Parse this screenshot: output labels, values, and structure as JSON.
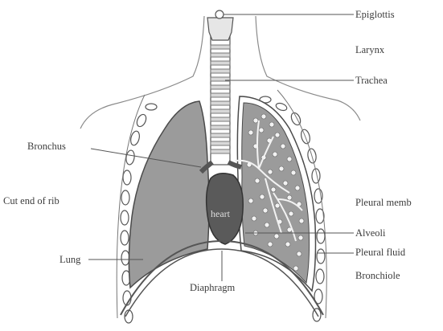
{
  "labels": {
    "epiglottis": "Epiglottis",
    "larynx": "Larynx",
    "trachea": "Trachea",
    "bronchus": "Bronchus",
    "cut_end_of_rib": "Cut end of rib",
    "heart": "heart",
    "pleural_membranes": "Pleural memb",
    "alveoli": "Alveoli",
    "lung": "Lung",
    "pleural_fluid": "Pleural fluid",
    "diaphragm": "Diaphragm",
    "bronchiole": "Bronchiole"
  },
  "colors": {
    "lung_fill": "#9b9b9b",
    "lung_outline": "#4a4a4a",
    "heart_fill": "#5a5a5a",
    "alveoli_fill": "#f2f2f2",
    "body_outline": "#8a8a8a"
  }
}
